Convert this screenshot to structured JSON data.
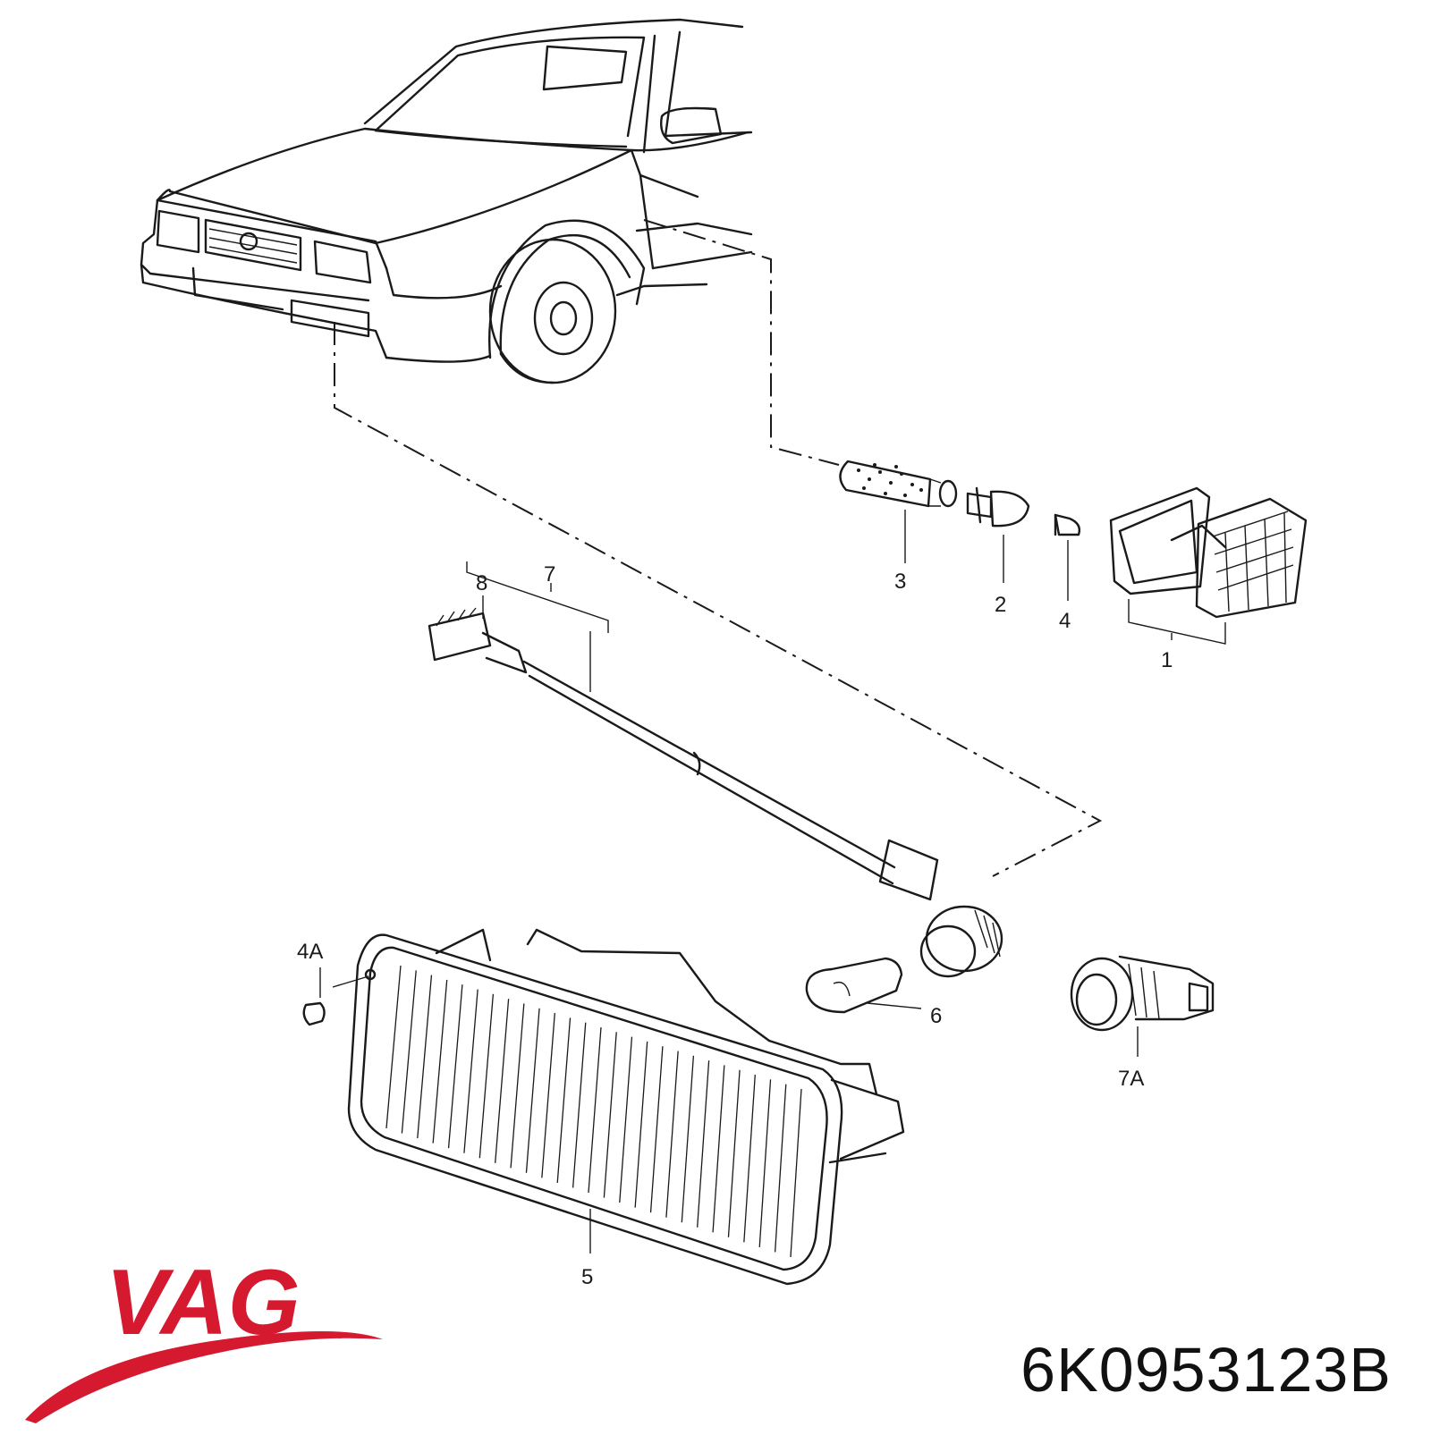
{
  "brand": {
    "name": "VAG",
    "color": "#d5192f"
  },
  "part_number": "6K0953123B",
  "callouts": [
    {
      "id": "1",
      "label": "1"
    },
    {
      "id": "2",
      "label": "2"
    },
    {
      "id": "3",
      "label": "3"
    },
    {
      "id": "4",
      "label": "4"
    },
    {
      "id": "4A",
      "label": "4A"
    },
    {
      "id": "5",
      "label": "5"
    },
    {
      "id": "6",
      "label": "6"
    },
    {
      "id": "7",
      "label": "7"
    },
    {
      "id": "7A",
      "label": "7A"
    },
    {
      "id": "8",
      "label": "8"
    }
  ]
}
